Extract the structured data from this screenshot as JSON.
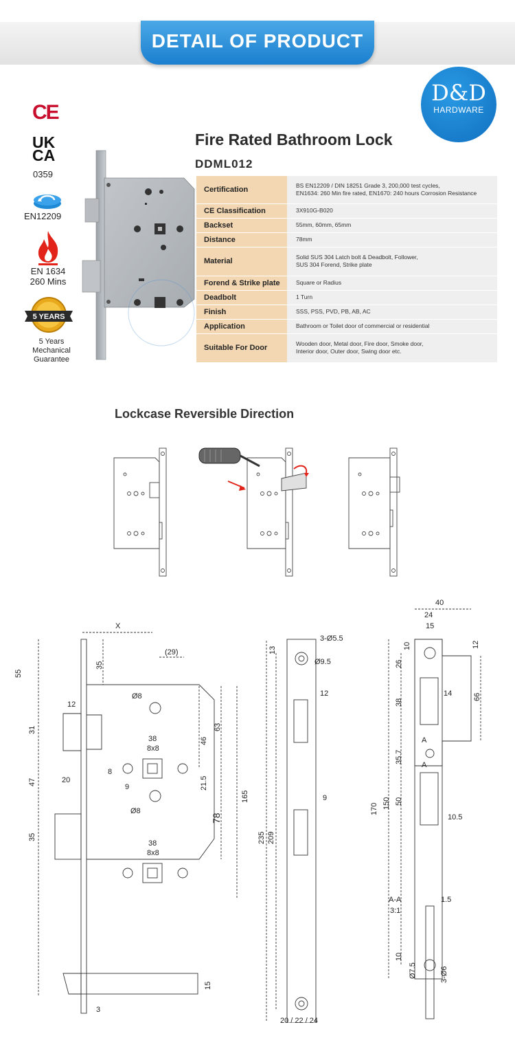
{
  "banner": {
    "title": "DETAIL OF PRODUCT"
  },
  "brand": {
    "name": "D&D",
    "sub": "HARDWARE"
  },
  "certs": {
    "ce": "CE",
    "ukca_top": "UK",
    "ukca_bottom": "CA",
    "ukca_number": "0359",
    "en12209": "EN12209",
    "fire_line1": "EN 1634",
    "fire_line2": "260 Mins",
    "badge_text": "5 YEARS",
    "guarantee_line1": "5 Years",
    "guarantee_line2": "Mechanical",
    "guarantee_line3": "Guarantee"
  },
  "product": {
    "title": "Fire Rated Bathroom Lock",
    "model": "DDML012"
  },
  "specs": [
    {
      "label": "Certification",
      "value_lines": [
        "BS EN12209 / DIN 18251 Grade 3, 200,000 test cycles,",
        "EN1634: 260 Min fire rated, EN1670: 240 hours Corrosion Resistance"
      ]
    },
    {
      "label": "CE Classification",
      "value_lines": [
        "3X910G-B020"
      ]
    },
    {
      "label": "Backset",
      "value_lines": [
        "55mm, 60mm, 65mm"
      ]
    },
    {
      "label": "Distance",
      "value_lines": [
        "78mm"
      ]
    },
    {
      "label": "Material",
      "value_lines": [
        "Solid SUS 304 Latch bolt & Deadbolt, Follower,",
        "SUS 304 Forend, Strike plate"
      ]
    },
    {
      "label": "Forend & Strike plate",
      "value_lines": [
        "Square or Radius"
      ]
    },
    {
      "label": "Deadbolt",
      "value_lines": [
        "1 Turn"
      ]
    },
    {
      "label": "Finish",
      "value_lines": [
        "SSS, PSS, PVD, PB, AB, AC"
      ]
    },
    {
      "label": "Application",
      "value_lines": [
        "Bathroom or Toilet door of commercial or residential"
      ]
    },
    {
      "label": "Suitable For Door",
      "value_lines": [
        "Wooden door, Metal door, Fire door, Smoke door,",
        "Interior door, Outer door, Swing door etc."
      ]
    }
  ],
  "reversible": {
    "title": "Lockcase Reversible Direction"
  },
  "dimensions": {
    "x": "X",
    "d29": "(29)",
    "d55": "55",
    "d35a": "35",
    "d12a": "12",
    "d31": "31",
    "d47": "47",
    "d20": "20",
    "d35b": "35",
    "o8a": "Ø8",
    "d38a": "38",
    "d8x8a": "8x8",
    "d8": "8",
    "d9a": "9",
    "o8b": "Ø8",
    "d38b": "38",
    "d8x8b": "8x8",
    "d46": "46",
    "d63": "63",
    "d21_5": "21.5",
    "d78": "78",
    "d165": "165",
    "d15": "15",
    "d3": "3",
    "h3o": "3-Ø5.5",
    "o9_5": "Ø9.5",
    "d13": "13",
    "d12b": "12",
    "d9b": "9",
    "d235": "235",
    "d209": "209",
    "d20_22_24": "20 / 22 / 24",
    "d40": "40",
    "d24": "24",
    "d15b": "15",
    "d10a": "10",
    "d12c": "12",
    "d26": "26",
    "d38c": "38",
    "d14": "14",
    "d66": "66",
    "a1": "A",
    "a2": "A",
    "d35_7": "35.7",
    "d170": "170",
    "d150": "150",
    "d50": "50",
    "d10_5": "10.5",
    "d10b": "10",
    "aa": "A-A",
    "scale": "3:1",
    "d1_5": "1.5",
    "o7_5": "Ø7.5",
    "h3o6": "3-Ø6"
  }
}
